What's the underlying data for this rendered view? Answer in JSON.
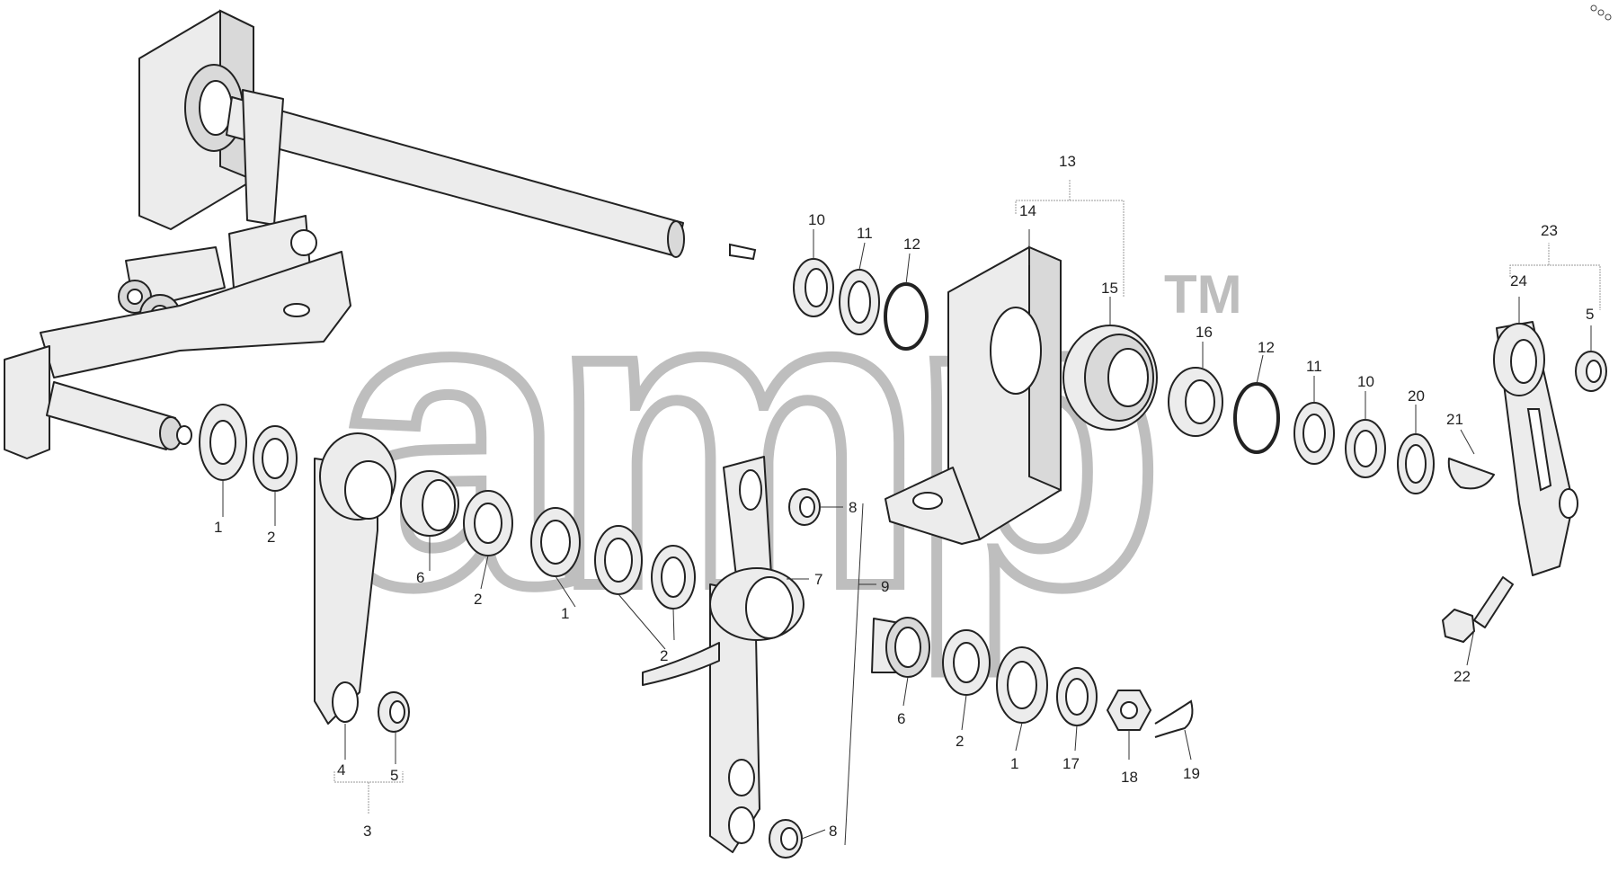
{
  "watermark": {
    "text": "amp",
    "trademark": "TM"
  },
  "corner_icon": "chain-link-icon",
  "callouts": {
    "c1a": "1",
    "c2a": "2",
    "c3": "3",
    "c4": "4",
    "c5a": "5",
    "c6a": "6",
    "c2b": "2",
    "c1b": "1",
    "c2c": "2",
    "c7": "7",
    "c8a": "8",
    "c9": "9",
    "c8b": "8",
    "c10a": "10",
    "c11a": "11",
    "c12a": "12",
    "c13": "13",
    "c14": "14",
    "c15": "15",
    "c16": "16",
    "c12b": "12",
    "c11b": "11",
    "c10b": "10",
    "c20": "20",
    "c21": "21",
    "c23": "23",
    "c24": "24",
    "c5b": "5",
    "c22": "22",
    "c6b": "6",
    "c2d": "2",
    "c1c": "1",
    "c17": "17",
    "c18": "18",
    "c19": "19"
  }
}
